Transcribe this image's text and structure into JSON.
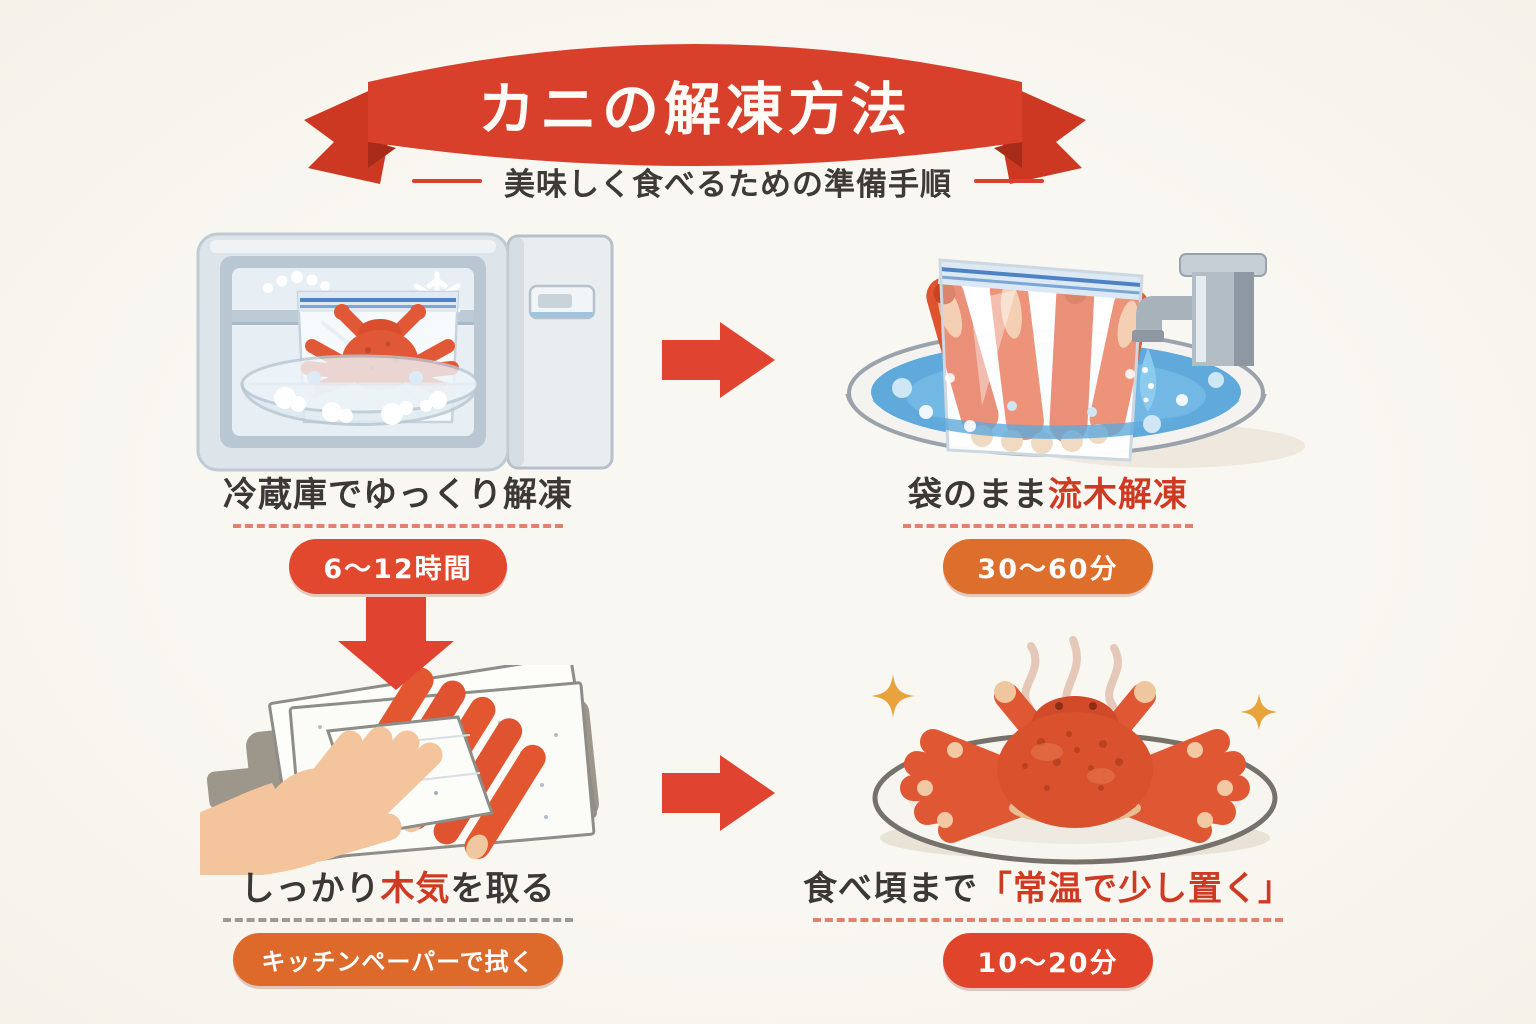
{
  "banner": {
    "title": "カニの解凍方法"
  },
  "subtitle": {
    "text": "美味しく食べるための準備手順"
  },
  "colors": {
    "background": "#f8f6f0",
    "ribbon_red": "#d8402c",
    "accent_text_red": "#cf3a23",
    "text_dark": "#3b3835",
    "arrow_red": "#e04431",
    "badge_red": "#e2482d",
    "badge_orange": "#de6e2c",
    "divider_red": "#e0826f",
    "divider_gray": "#9d9a94",
    "water_blue": "#5fa9db",
    "crab_red": "#df5633",
    "sparkle_gold": "#e8a33c"
  },
  "icons": {
    "snowflake": "❄",
    "arrow_right": "➡",
    "arrow_down": "⬇",
    "sparkle": "✦",
    "steam": "♨",
    "water_drop": "💧"
  },
  "steps": [
    {
      "caption": {
        "parts": [
          {
            "text": "冷蔵庫でゆっくり解凍",
            "accent": false
          }
        ]
      },
      "badge": {
        "text": "6〜12時間",
        "color": "#e2482d"
      },
      "illustration": "crab-in-freezer-bag-in-glass-bowl-inside-open-refrigerator"
    },
    {
      "caption": {
        "parts": [
          {
            "text": "袋のまま",
            "accent": false
          },
          {
            "text": "流木解凍",
            "accent": true
          }
        ]
      },
      "badge": {
        "text": "30〜60分",
        "color": "#de6e2c"
      },
      "illustration": "bagged-crab-legs-in-bowl-of-water-under-running-faucet"
    },
    {
      "caption": {
        "parts": [
          {
            "text": "しっかり",
            "accent": false
          },
          {
            "text": "木気",
            "accent": true
          },
          {
            "text": "を取る",
            "accent": false
          }
        ]
      },
      "badge": {
        "text": "キッチンペーパーで拭く",
        "color": "#dd692a"
      },
      "illustration": "hand-wiping-crab-legs-with-kitchen-paper-on-tray"
    },
    {
      "caption": {
        "parts": [
          {
            "text": "食べ頃まで",
            "accent": false
          },
          {
            "text": "「常温で少し置く」",
            "accent": true
          }
        ]
      },
      "badge": {
        "text": "10〜20分",
        "color": "#e0452c"
      },
      "illustration": "whole-crab-on-plate-with-steam-and-sparkles"
    }
  ]
}
